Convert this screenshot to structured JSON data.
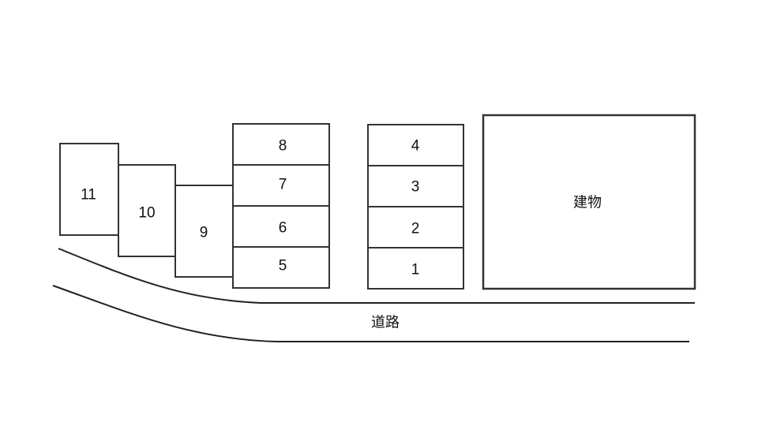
{
  "building": {
    "label": "建物"
  },
  "road": {
    "label": "道路"
  },
  "spaces": [
    {
      "id": "1",
      "label": "1"
    },
    {
      "id": "2",
      "label": "2"
    },
    {
      "id": "3",
      "label": "3"
    },
    {
      "id": "4",
      "label": "4"
    },
    {
      "id": "5",
      "label": "5"
    },
    {
      "id": "6",
      "label": "6"
    },
    {
      "id": "7",
      "label": "7"
    },
    {
      "id": "8",
      "label": "8"
    },
    {
      "id": "9",
      "label": "9"
    },
    {
      "id": "10",
      "label": "10"
    },
    {
      "id": "11",
      "label": "11"
    }
  ]
}
